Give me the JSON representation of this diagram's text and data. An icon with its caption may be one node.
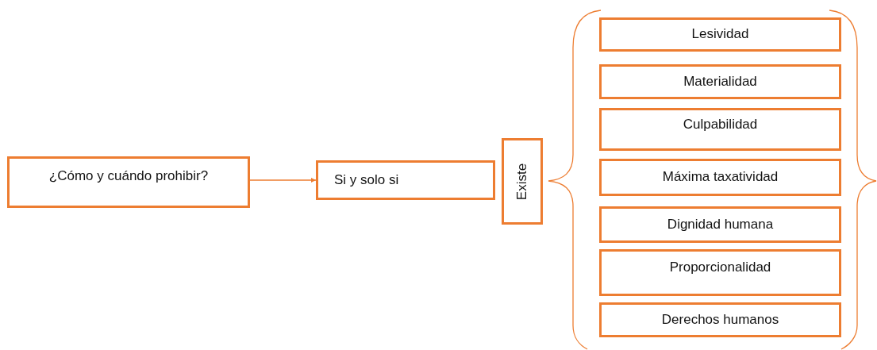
{
  "diagram": {
    "nodes": [
      {
        "text": [
          "¿Cómo y cuándo prohibir?"
        ]
      },
      {
        "text": [
          "Si y solo si"
        ]
      },
      {
        "text": [
          "Existe"
        ]
      },
      {
        "text": [
          "Lesividad"
        ]
      },
      {
        "text": [
          "Materialidad"
        ]
      },
      {
        "text": [
          "Culpabilidad"
        ]
      },
      {
        "text": [
          "Máxima taxatividad"
        ]
      },
      {
        "text": [
          "Dignidad humana"
        ]
      },
      {
        "text": [
          "Proporcionalidad"
        ]
      },
      {
        "text": [
          "Derechos humanos"
        ]
      }
    ],
    "edges": [
      {
        "from": 0,
        "to": 1,
        "arrow": "to"
      }
    ]
  }
}
